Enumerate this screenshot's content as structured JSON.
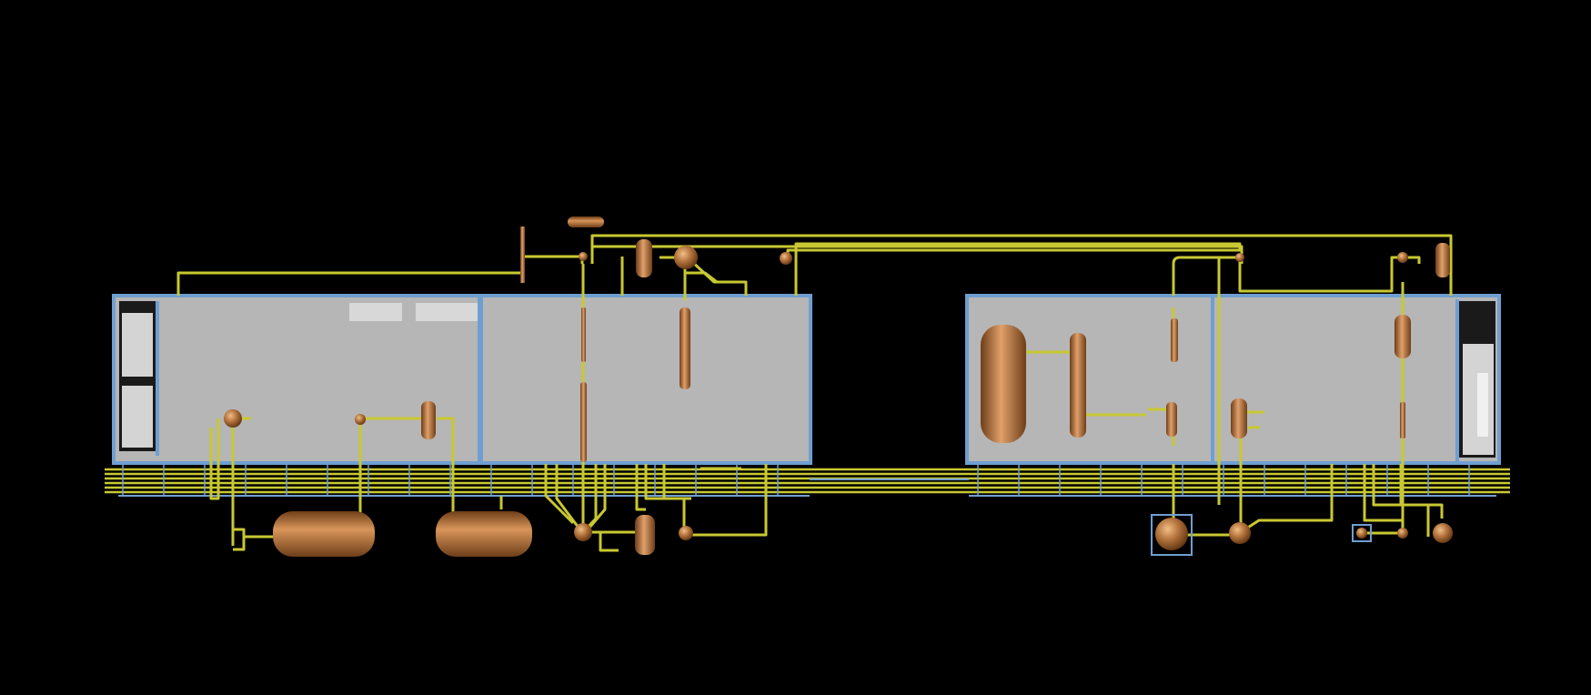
{
  "scene": {
    "kind": "3D plant model view",
    "background": "#000000",
    "colors": {
      "pipe": "#c8c832",
      "pipe_highlight": "#e8e86a",
      "pipe_shadow": "#8a8a1c",
      "vessel": "#b0703a",
      "vessel_highlight": "#e0a06a",
      "vessel_shadow": "#6e3e18",
      "structure_fill": "#b6b6b6",
      "structure_frame": "#6f9fd0",
      "panel": "#d4d4d4",
      "panel_dark": "#1a1a1a"
    }
  },
  "modules": [
    {
      "id": "module-1"
    },
    {
      "id": "module-2"
    },
    {
      "id": "module-3"
    },
    {
      "id": "module-4"
    }
  ],
  "equipment": {
    "horizontal_drums": 3,
    "vertical_columns": 11,
    "spheres": 9
  }
}
